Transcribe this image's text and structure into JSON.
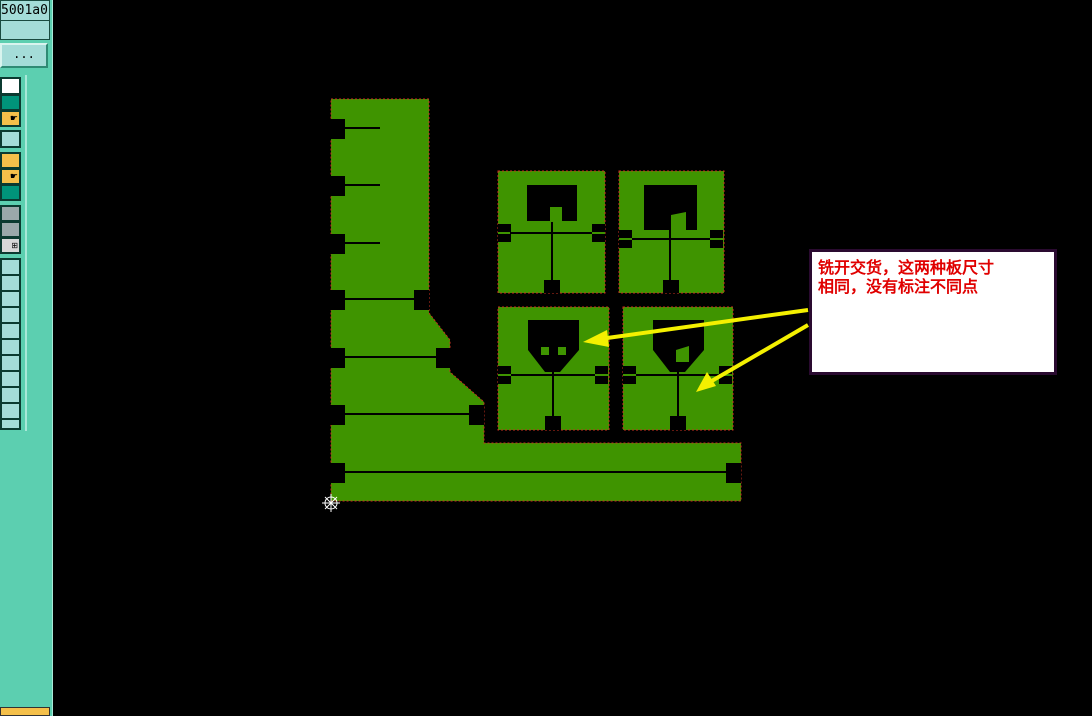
{
  "panel": {
    "id_field_value": "5001a0",
    "more_button_label": "..."
  },
  "annotation": {
    "line1": "铣开交货，这两种板尺寸",
    "line2": "相同，没有标注不同点"
  },
  "colors": {
    "board_fill": "#3f9400",
    "board_outline": "#c83020",
    "arrow": "#f4f000",
    "note_text": "#e00000",
    "panel_bg": "#5ccfb0"
  }
}
